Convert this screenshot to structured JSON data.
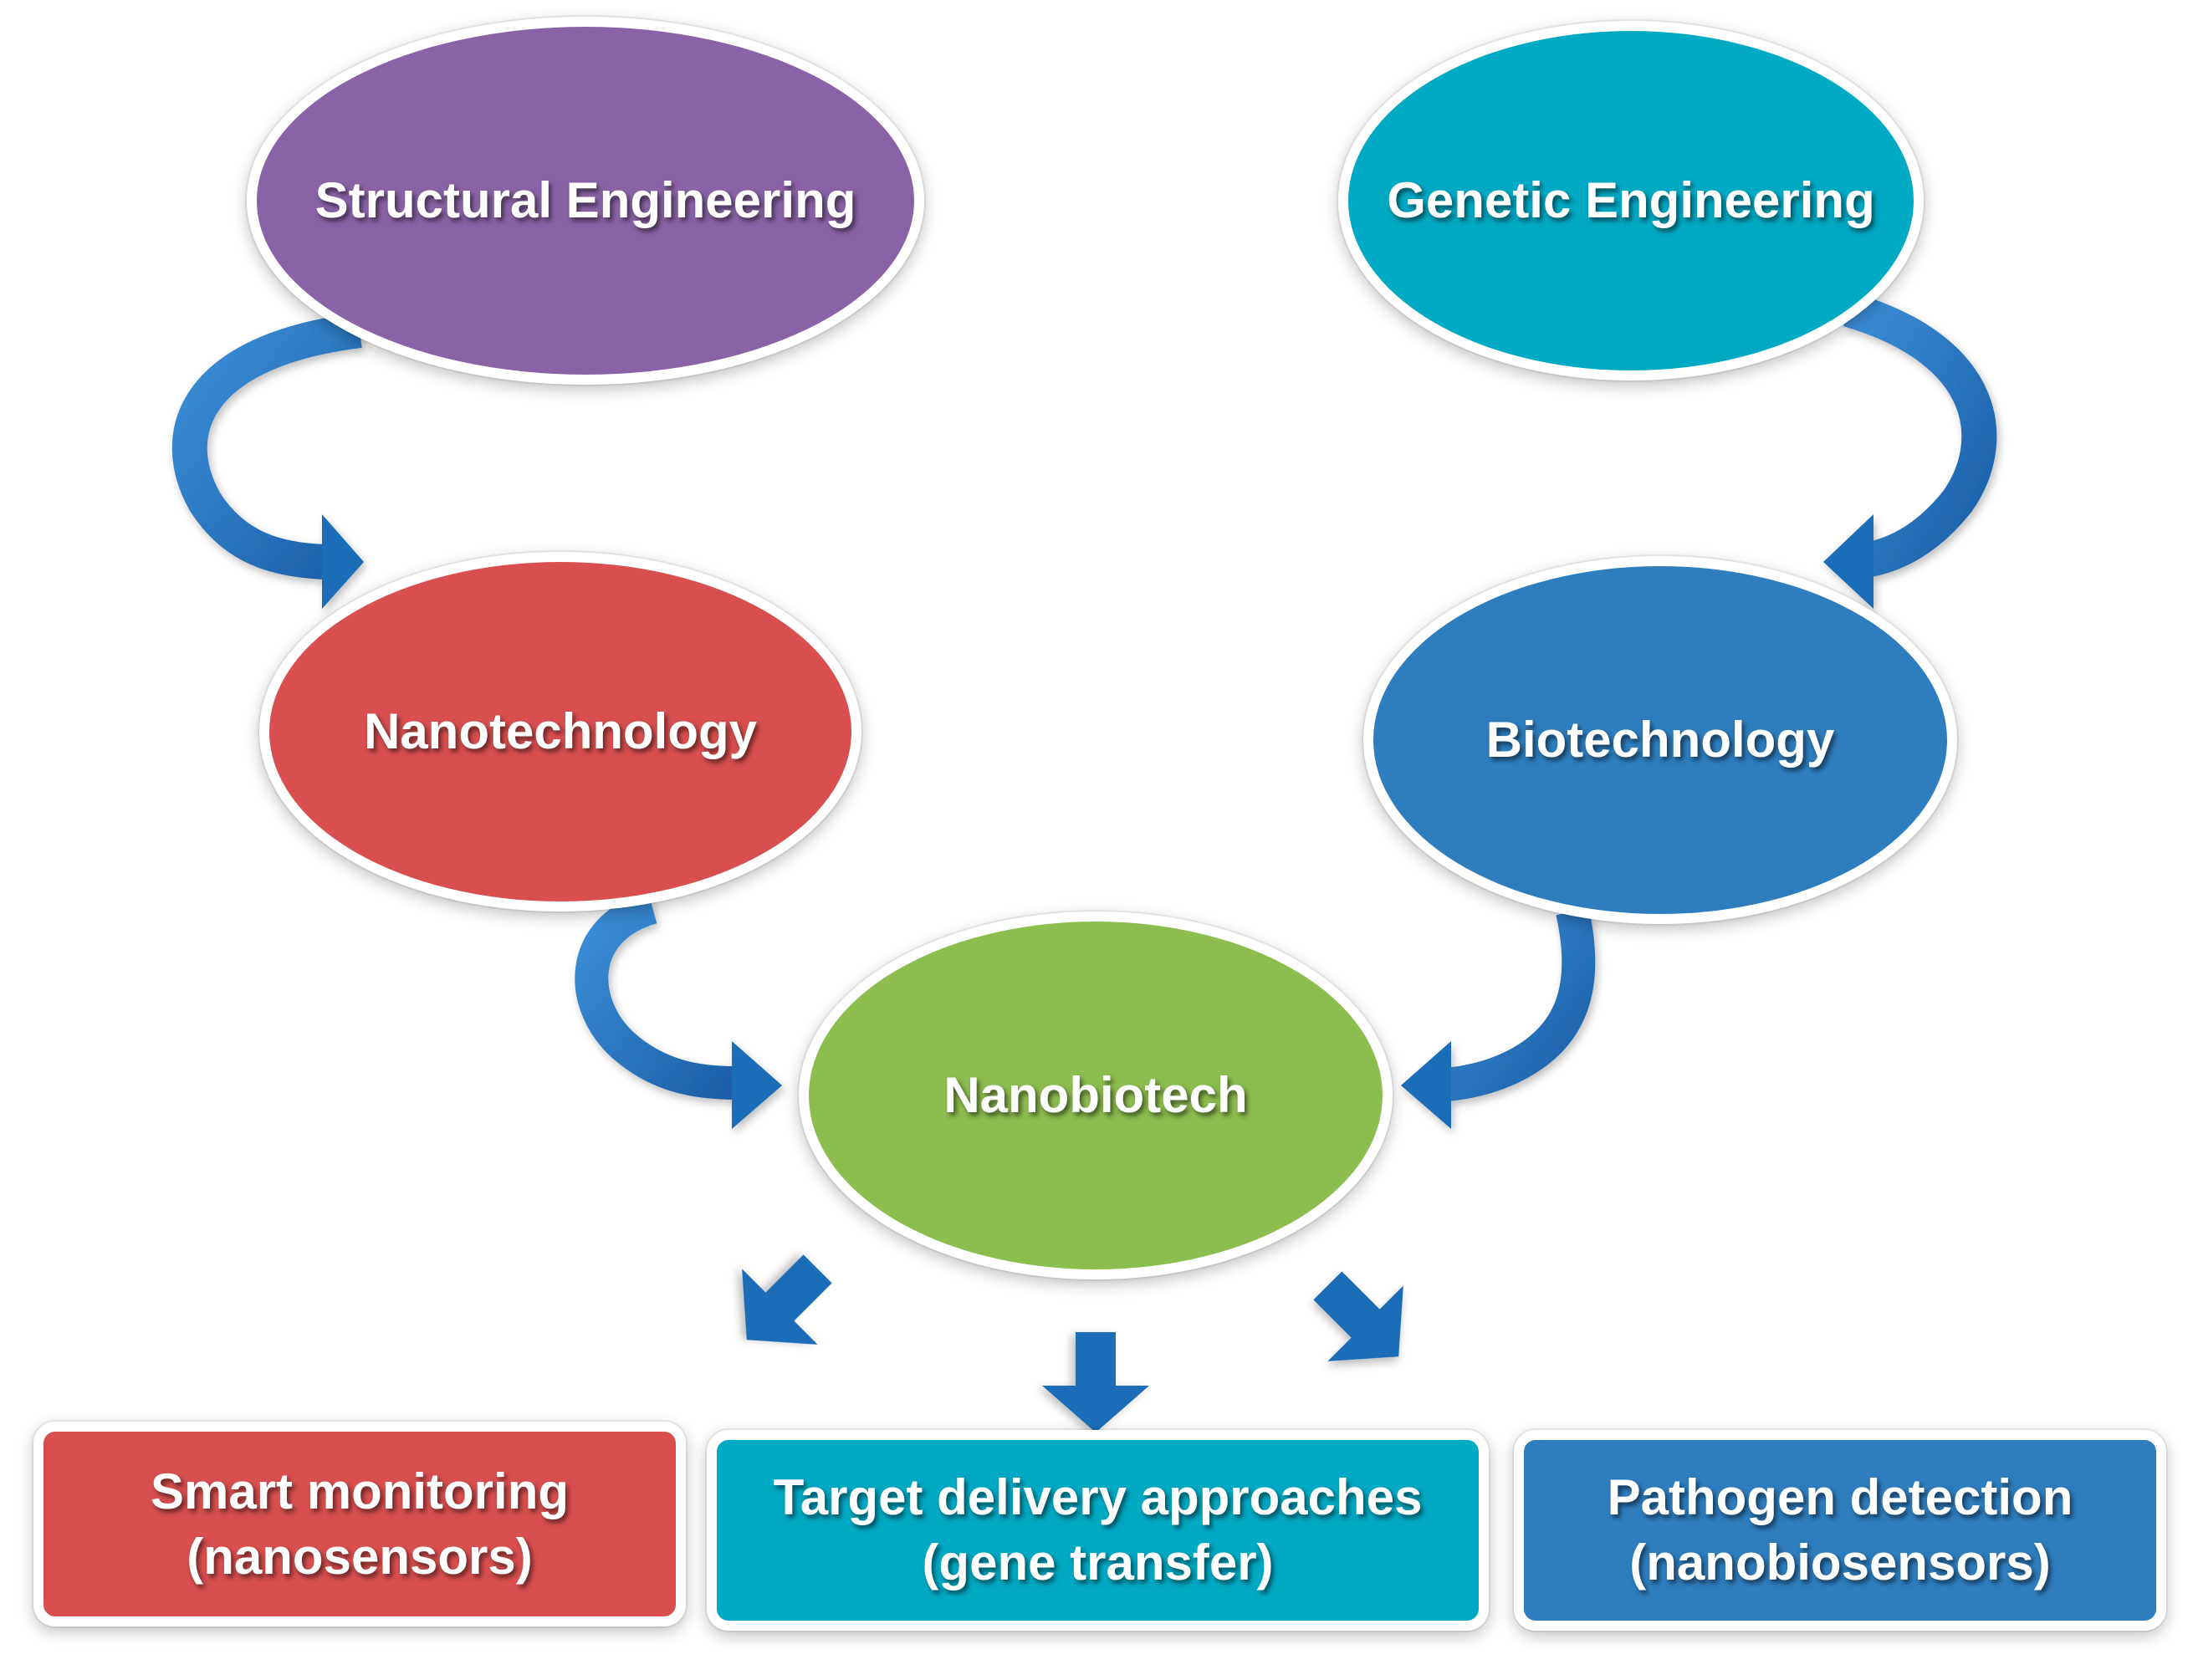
{
  "nodes": {
    "structural": {
      "label": "Structural Engineering",
      "color": "#8A63A6"
    },
    "genetic": {
      "label": "Genetic Engineering",
      "color": "#00A9C4"
    },
    "nanotech": {
      "label": "Nanotechnology",
      "color": "#D94F4F"
    },
    "biotech": {
      "label": "Biotechnology",
      "color": "#2E7DBE"
    },
    "nanobio": {
      "label": "Nanobiotech",
      "color": "#8CBD4F"
    }
  },
  "outcomes": {
    "smart": {
      "line1": "Smart monitoring",
      "line2": "(nanosensors)",
      "color": "#D94F4F"
    },
    "target": {
      "line1": "Target delivery approaches",
      "line2": "(gene transfer)",
      "color": "#00A9C4"
    },
    "patho": {
      "line1": "Pathogen detection",
      "line2": "(nanobiosensors)",
      "color": "#2E7DBE"
    }
  },
  "arrow_color": "#1F6DB8"
}
